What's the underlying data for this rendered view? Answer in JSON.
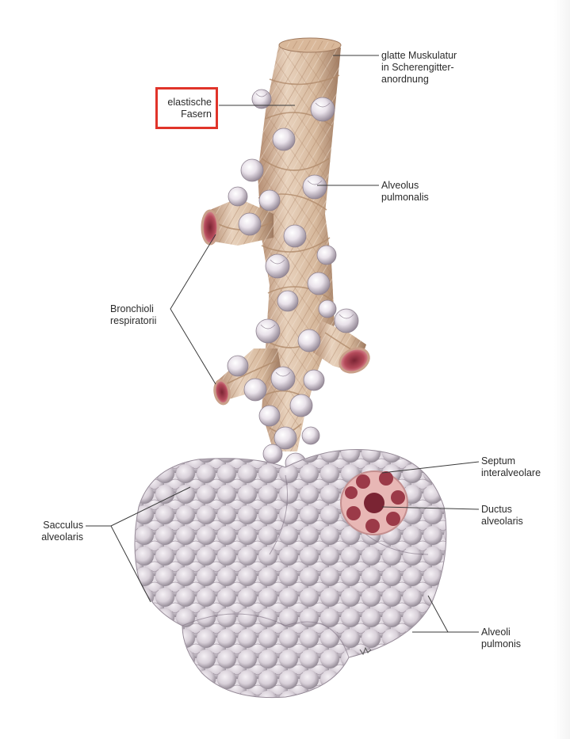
{
  "figure": {
    "labels": {
      "glatte_muskulatur": [
        "glatte Muskulatur",
        "in Scherengitter-",
        "anordnung"
      ],
      "elastische_fasern": [
        "elastische",
        "Fasern"
      ],
      "alveolus_pulmonalis": [
        "Alveolus",
        "pulmonalis"
      ],
      "bronchioli_respiratorii": [
        "Bronchioli",
        "respiratorii"
      ],
      "septum_interalveolare": [
        "Septum",
        "interalveolare"
      ],
      "ductus_alveolaris": [
        "Ductus",
        "alveolaris"
      ],
      "sacculus_alveolaris": [
        "Sacculus",
        "alveolaris"
      ],
      "alveoli_pulmonis": [
        "Alveoli",
        "pulmonis"
      ]
    },
    "highlighted_label": "elastische_fasern",
    "colors": {
      "highlight_box": "#e0342a",
      "muscle_fibers": "#c9a27e",
      "airway_wall": "#d9b89a",
      "alveoli": "#e6dde6",
      "alveoli_shadow": "#9c8e9d",
      "lumen": "#b44a5a",
      "leader_line": "#3a3a3a"
    }
  }
}
